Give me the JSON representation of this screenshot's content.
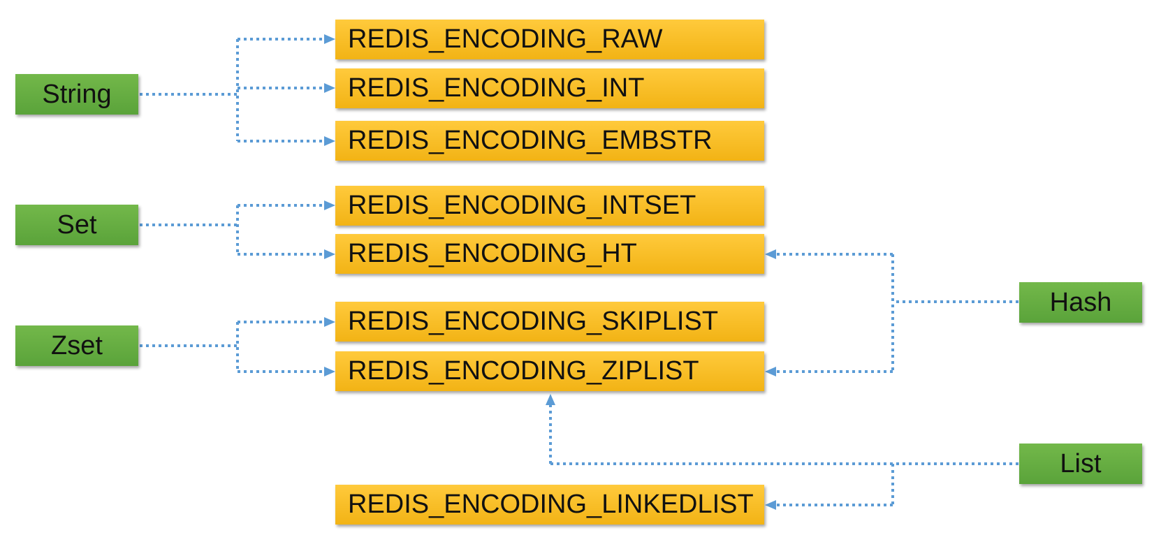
{
  "types": {
    "string": "String",
    "set": "Set",
    "zset": "Zset",
    "hash": "Hash",
    "list": "List"
  },
  "encodings": {
    "raw": "REDIS_ENCODING_RAW",
    "int": "REDIS_ENCODING_INT",
    "embstr": "REDIS_ENCODING_EMBSTR",
    "intset": "REDIS_ENCODING_INTSET",
    "ht": "REDIS_ENCODING_HT",
    "skiplist": "REDIS_ENCODING_SKIPLIST",
    "ziplist": "REDIS_ENCODING_ZIPLIST",
    "linkedlist": "REDIS_ENCODING_LINKEDLIST"
  },
  "colors": {
    "type_box": "#5aa33a",
    "encoding_box": "#f6b91c",
    "connector": "#5b9bd5"
  }
}
